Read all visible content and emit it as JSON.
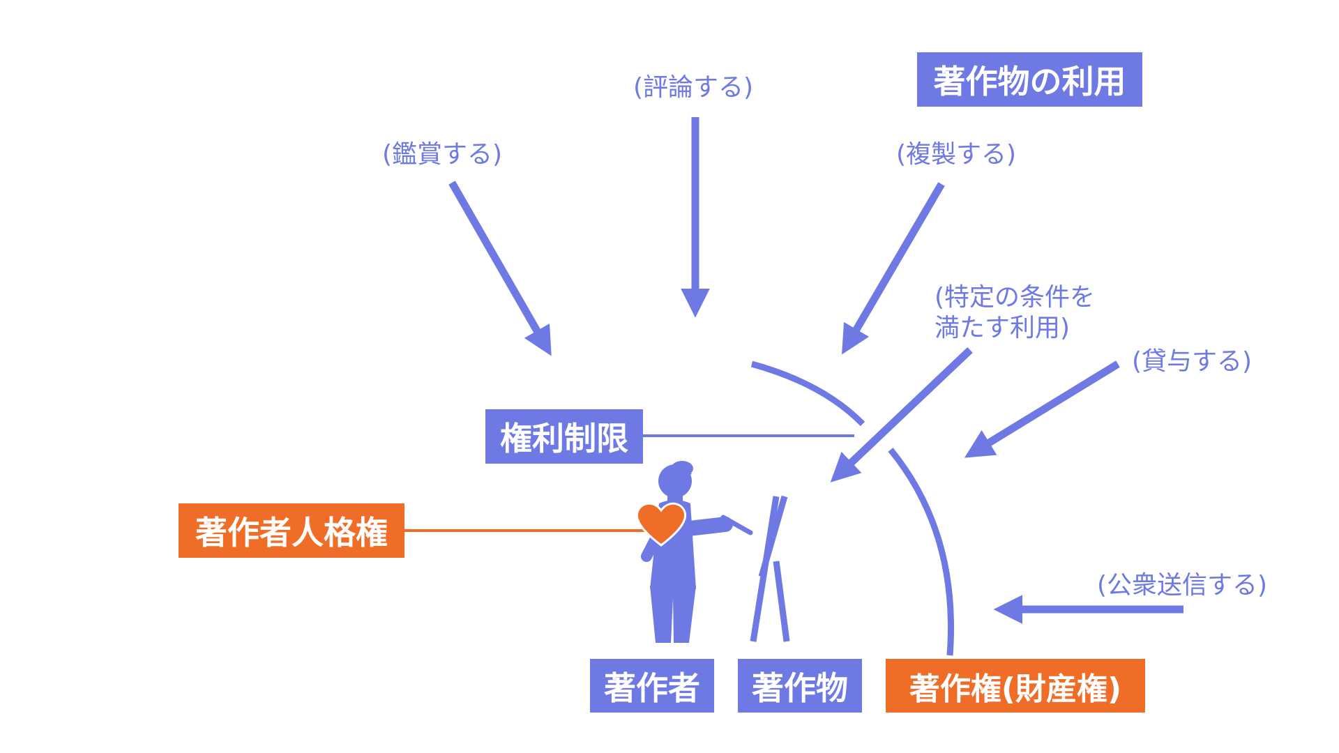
{
  "colors": {
    "blue": "#6e79e4",
    "orange": "#f06d28",
    "background": "#ffffff"
  },
  "labels": {
    "usage_title": "著作物の利用",
    "rights_limitation": "権利制限",
    "moral_rights": "著作者人格権",
    "author": "著作者",
    "work": "著作物",
    "copyright": "著作権(財産権)"
  },
  "actions": {
    "appreciate": "(鑑賞する)",
    "review": "(評論する)",
    "reproduce": "(複製する)",
    "conditional_line1": "(特定の条件を",
    "conditional_line2": "満たす利用)",
    "lend": "(貸与する)",
    "public_transmit": "(公衆送信する)"
  },
  "icons": {
    "figure": "person-painting-icon",
    "heart": "heart-icon",
    "easel": "easel-icon"
  }
}
